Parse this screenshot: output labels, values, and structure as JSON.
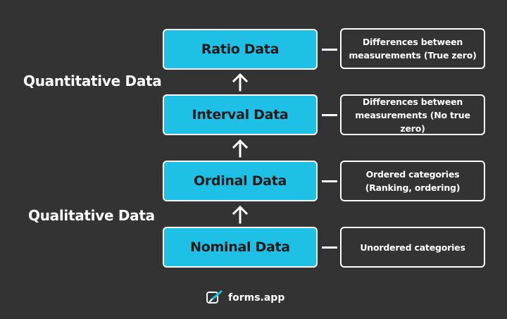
{
  "labels": {
    "quantitative": "Quantitative Data",
    "qualitative": "Qualitative Data"
  },
  "levels": [
    {
      "name": "Ratio Data",
      "desc_line1": "Differences between",
      "desc_line2": "measurements (True zero)"
    },
    {
      "name": "Interval Data",
      "desc_line1": "Differences between",
      "desc_line2": "measurements (No true zero)"
    },
    {
      "name": "Ordinal Data",
      "desc_line1": "Ordered categories",
      "desc_line2": "(Ranking, ordering)"
    },
    {
      "name": "Nominal Data",
      "desc_line1": "Unordered categories",
      "desc_line2": ""
    }
  ],
  "logo": {
    "text": "forms.app",
    "icon": "forms-app-logo-icon"
  },
  "colors": {
    "background": "#333333",
    "level_fill": "#1ec0e6",
    "text_light": "#ffffff",
    "text_dark": "#1a1a1a"
  }
}
